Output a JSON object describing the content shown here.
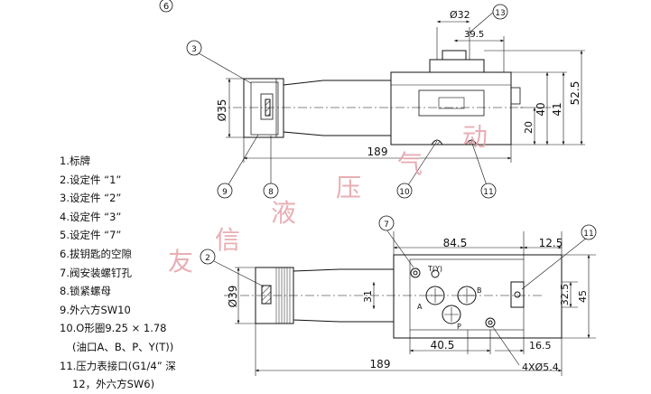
{
  "figure_number": "6",
  "callouts": [
    "13",
    "3",
    "9",
    "8",
    "10",
    "11",
    "7",
    "2",
    "11"
  ],
  "dimensions": {
    "top": {
      "phi32": "Ø32",
      "d39_5": "39.5",
      "phi35": "Ø35",
      "d189": "189",
      "d20": "20",
      "d40": "40",
      "d41": "41",
      "d52_5": "52.5"
    },
    "bottom": {
      "d84_5": "84.5",
      "d12_5": "12.5",
      "phi39": "Ø39",
      "d31": "31",
      "d32_5": "32.5",
      "d45": "45",
      "d40_5": "40.5",
      "d16_5": "16.5",
      "d189": "189",
      "holes": "4XØ5.4"
    }
  },
  "port_labels": {
    "ty": "T(Y)",
    "a": "A",
    "b": "B",
    "p": "P"
  },
  "legend": [
    "1.标牌",
    "2.设定件 “1”",
    "3.设定件 “2”",
    "4.设定件 “3”",
    "5.设定件 “7”",
    "6.拔钥匙的空隙",
    "7.阀安装螺钉孔",
    "8.锁紧螺母",
    "9.外六方SW10",
    "10.O形圈9.25 × 1.78",
    "(油口A、B、P、Y(T))",
    "11.压力表接口(G1/4” 深",
    "12，外六方SW6)"
  ],
  "watermark": [
    "友",
    "信",
    "液",
    "压",
    "气",
    "动"
  ],
  "colors": {
    "line": "#111111",
    "watermark": "#e5a0a8"
  }
}
